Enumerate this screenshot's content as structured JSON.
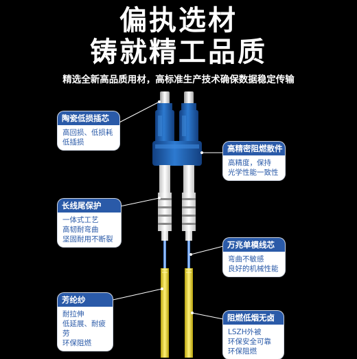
{
  "header": {
    "title_line1": "偏执选材",
    "title_line2": "铸就精工品质",
    "subtitle": "精选全新高品质用材，高标准生产技术确保数据稳定传输"
  },
  "callouts": {
    "ceramic": {
      "title": "陶瓷低损插芯",
      "lines": [
        "高回损、低损耗",
        "低插损"
      ]
    },
    "precision": {
      "title": "高精密阻燃散件",
      "lines": [
        "高精度，保持",
        "光学性能一致性"
      ]
    },
    "tail": {
      "title": "长线尾保护",
      "lines": [
        "一体式工艺",
        "高韧耐弯曲",
        "坚固耐用不断裂"
      ]
    },
    "singlemode": {
      "title": "万兆单模线芯",
      "lines": [
        "弯曲不敏感",
        "良好的机械性能"
      ]
    },
    "aramid": {
      "title": "芳纶纱",
      "lines": [
        "耐拉伸",
        "低延展、耐疲劳",
        "环保阻燃"
      ]
    },
    "lszh": {
      "title": "阻燃低烟无卤",
      "lines": [
        "LSZH外被",
        "环保安全可靠",
        "环保阻燃"
      ]
    }
  },
  "colors": {
    "accent_blue": "#2a5aa8",
    "connector_blue": "#1f63b8",
    "cable_yellow": "#e9d21c",
    "background": "#000000"
  }
}
